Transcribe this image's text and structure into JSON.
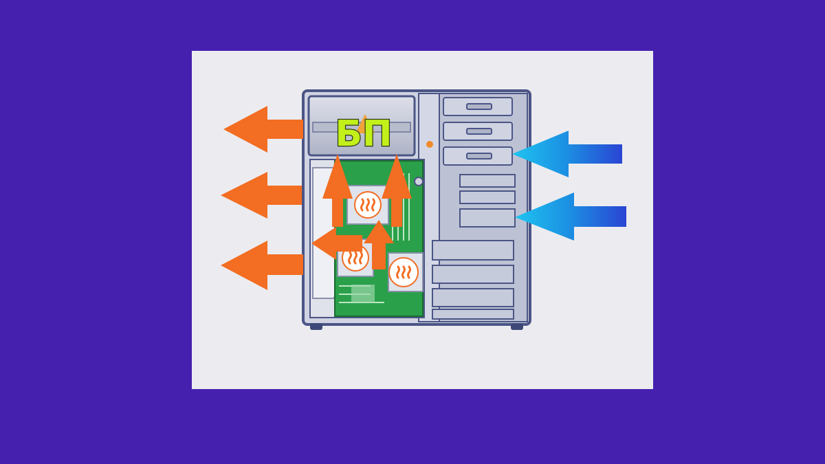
{
  "psu_label": "БП",
  "colors": {
    "background": "#4520ae",
    "panel": "#ececf0",
    "case_outline": "#4b5585",
    "case_fill": "#c9cede",
    "motherboard": "#2aa04a",
    "exhaust_arrow": "#f36d22",
    "intake_arrow_start": "#1f8fe0",
    "intake_arrow_end": "#2a4fd6",
    "psu_label": "#c3f01a"
  },
  "icons": [
    "heat-icon",
    "exhaust-arrow",
    "intake-arrow"
  ]
}
